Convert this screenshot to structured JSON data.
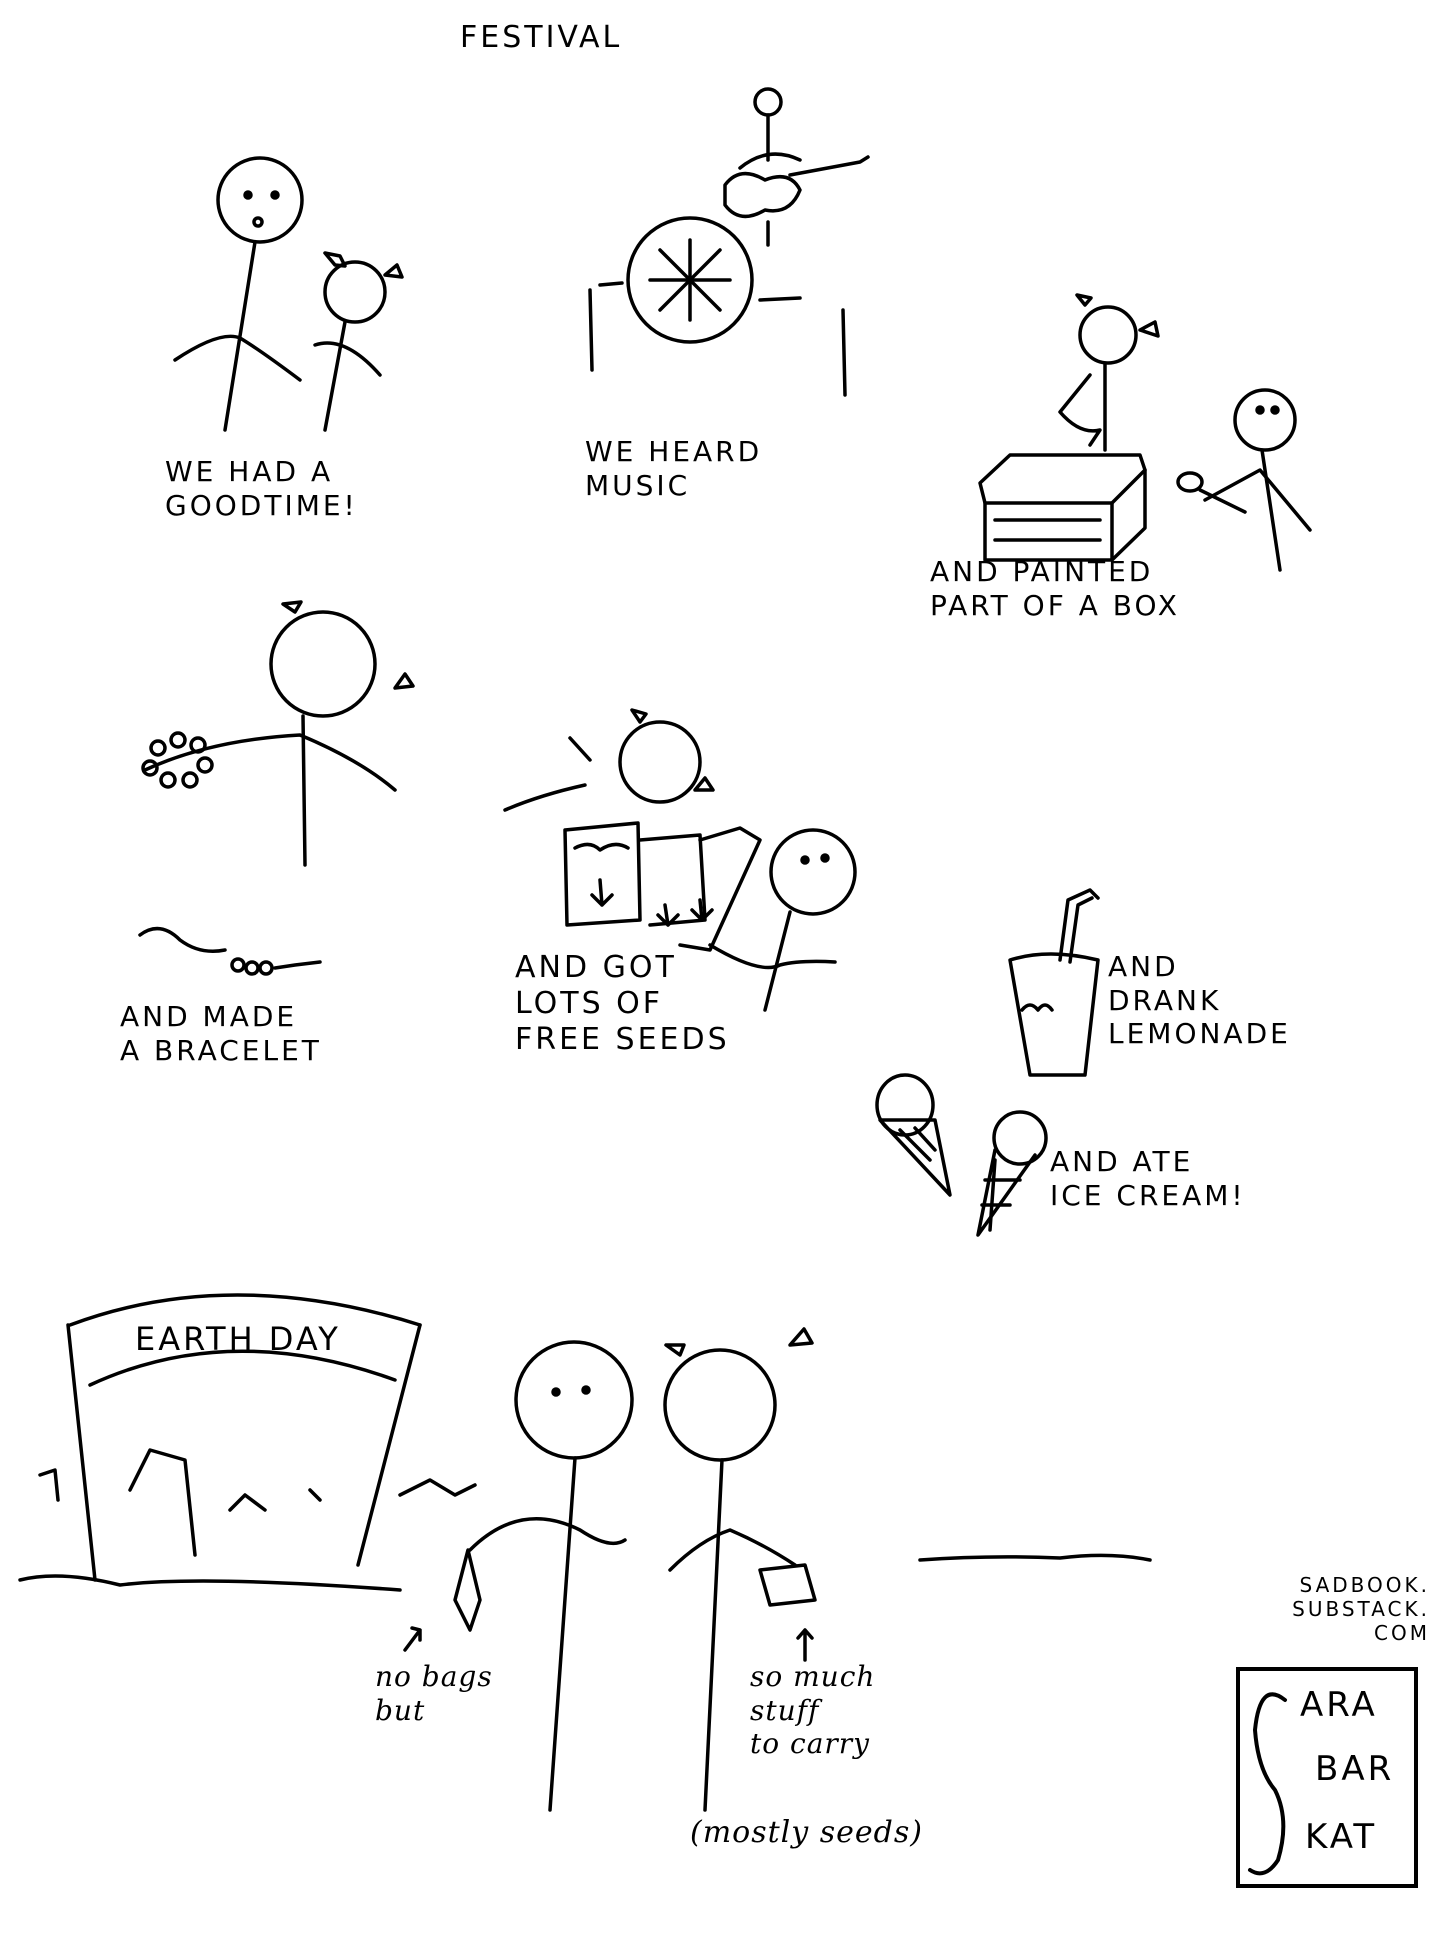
{
  "title": "FESTIVAL",
  "captions": {
    "good_time": "WE HAD A\nGOODTIME!",
    "music": "WE HEARD\nMUSIC",
    "painted": "AND PAINTED\nPART OF A BOX",
    "bracelet": "AND MADE\nA BRACELET",
    "seeds": "AND GOT\nLOTS OF\nFREE SEEDS",
    "lemonade": "AND\nDRANK\nLEMONADE",
    "ice_cream": "AND ATE\nICE CREAM!"
  },
  "banner": "EARTH DAY",
  "notes": {
    "no_bags": "no bags\nbut",
    "stuff": "so much\nstuff\nto carry",
    "mostly": "(mostly seeds)"
  },
  "credit": "SADBOOK.\nSUBSTACK.\nCOM",
  "logo": {
    "initial": "S",
    "lines": [
      "ARA",
      "BAR",
      "KAT"
    ]
  }
}
